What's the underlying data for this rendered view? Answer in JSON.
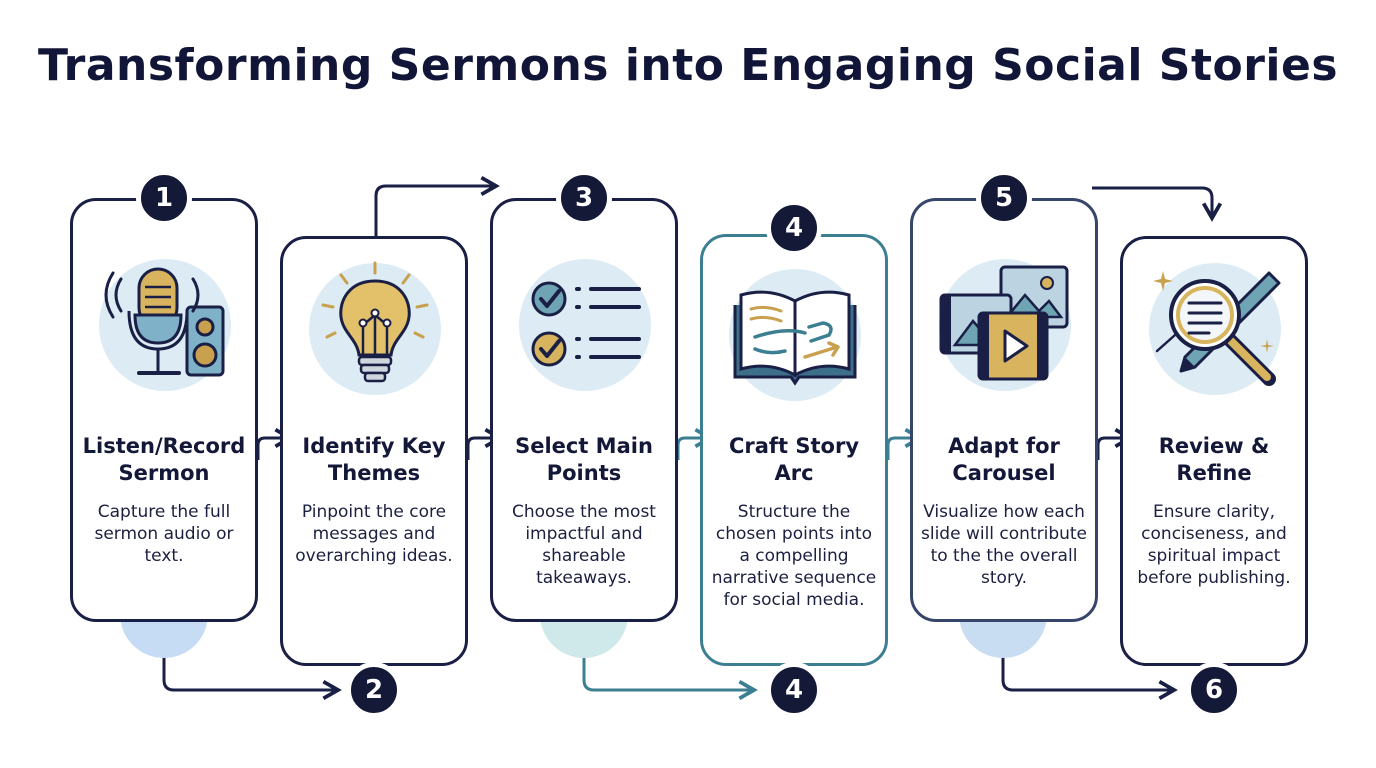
{
  "title": "Transforming Sermons into Engaging Social Stories",
  "steps": [
    {
      "badge_top": "1",
      "badge_bottom": "",
      "title": "Listen/Record Sermon",
      "description": "Capture the full sermon audio or text.",
      "icon": "microphone-speaker-icon"
    },
    {
      "badge_top": "",
      "badge_bottom": "2",
      "title": "Identify Key Themes",
      "description": "Pinpoint the core messages and overarching ideas.",
      "icon": "lightbulb-icon"
    },
    {
      "badge_top": "3",
      "badge_bottom": "",
      "title": "Select Main Points",
      "description": "Choose the most impactful and shareable takeaways.",
      "icon": "checklist-icon"
    },
    {
      "badge_top": "4",
      "badge_bottom": "4",
      "title": "Craft Story Arc",
      "description": "Structure the chosen points into a compelling narrative sequence for social media.",
      "icon": "open-book-icon"
    },
    {
      "badge_top": "5",
      "badge_bottom": "",
      "title": "Adapt for Carousel",
      "description": "Visualize how each slide will contribute to the the overall story.",
      "icon": "media-carousel-icon"
    },
    {
      "badge_top": "",
      "badge_bottom": "6",
      "title": "Review & Refine",
      "description": "Ensure clarity, conciseness, and spiritual impact before publishing.",
      "icon": "magnifier-pencil-icon"
    }
  ],
  "colors": {
    "navy": "#141938",
    "teal": "#3d7f92",
    "gold": "#c9a04e",
    "light_blue": "#dcebf4"
  }
}
